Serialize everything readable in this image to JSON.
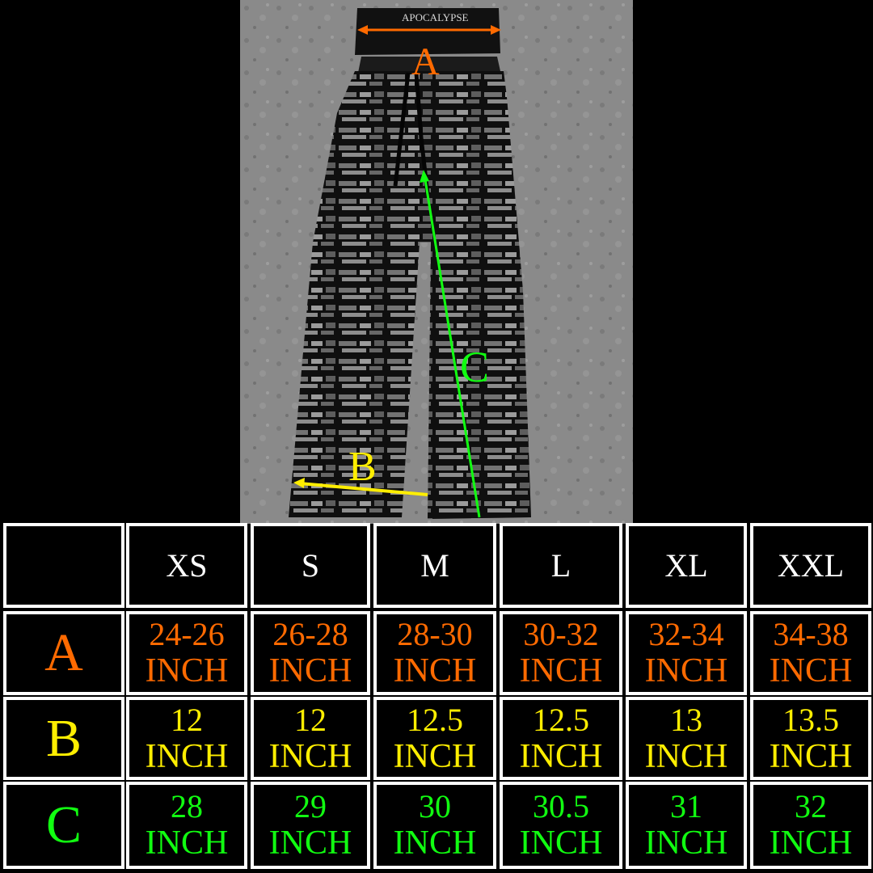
{
  "photo": {
    "waistband_text": "APOCALYPSE",
    "markers": [
      {
        "letter": "A",
        "color": "#ff6a00"
      },
      {
        "letter": "B",
        "color": "#ffee00"
      },
      {
        "letter": "C",
        "color": "#11ff11"
      }
    ]
  },
  "table": {
    "sizes": [
      "XS",
      "S",
      "M",
      "L",
      "XL",
      "XXL"
    ],
    "unit": "INCH",
    "rows": [
      {
        "label": "A",
        "color": "#ff6a00",
        "values": [
          "24-26",
          "26-28",
          "28-30",
          "30-32",
          "32-34",
          "34-38"
        ]
      },
      {
        "label": "B",
        "color": "#ffee00",
        "values": [
          "12",
          "12",
          "12.5",
          "12.5",
          "13",
          "13.5"
        ]
      },
      {
        "label": "C",
        "color": "#11ff11",
        "values": [
          "28",
          "29",
          "30",
          "30.5",
          "31",
          "32"
        ]
      }
    ]
  }
}
